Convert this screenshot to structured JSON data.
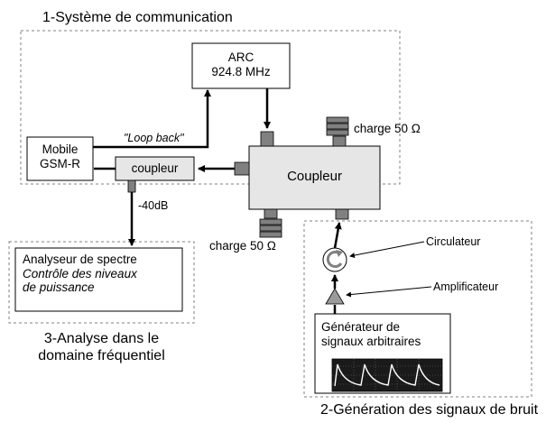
{
  "sections": {
    "communication_title": "1-Système de communication",
    "noise_title": "2-Génération des signaux de bruit",
    "analysis_title_line1": "3-Analyse dans le",
    "analysis_title_line2": "domaine fréquentiel"
  },
  "blocks": {
    "arc_line1": "ARC",
    "arc_line2": "924.8 MHz",
    "mobile_line1": "Mobile",
    "mobile_line2": "GSM-R",
    "small_coupler": "coupleur",
    "main_coupler": "Coupleur",
    "analyzer_line1": "Analyseur de spectre",
    "analyzer_line2": "Contrôle des niveaux",
    "analyzer_line3": "de puissance",
    "generator_line1": "Générateur de",
    "generator_line2": "signaux arbitraires"
  },
  "labels": {
    "loop_back": "\"Loop back\"",
    "load_top": "charge 50 Ω",
    "load_bottom": "charge 50 Ω",
    "attenuation": "-40dB",
    "circulator": "Circulateur",
    "amplifier": "Amplificateur"
  },
  "colors": {
    "coupler_fill": "#e6e6e6",
    "connector_fill": "#808080",
    "dashed_border": "#808080",
    "screen_bg": "#1a1a1a",
    "screen_grid": "#6a6a6a",
    "screen_trace": "#ffffff"
  }
}
